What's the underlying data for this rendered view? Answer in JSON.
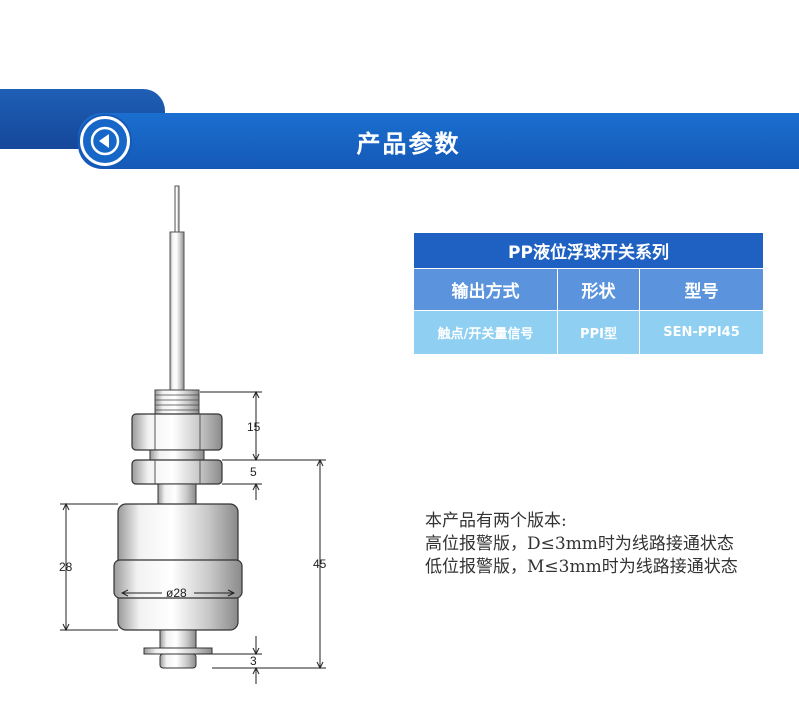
{
  "header": {
    "title": "产品参数",
    "back_icon": "play-left-icon"
  },
  "spec_table": {
    "title": "PP液位浮球开关系列",
    "columns": [
      "输出方式",
      "形状",
      "型号"
    ],
    "row": [
      "触点/开关量信号",
      "PPI型",
      "SEN-PPI45"
    ]
  },
  "description": {
    "lines": [
      "本产品有两个版本:",
      "高位报警版，D≤3mm时为线路接通状态",
      "低位报警版，M≤3mm时为线路接通状态"
    ]
  },
  "drawing": {
    "dim_15": "15",
    "dim_5": "5",
    "dim_28_height": "28",
    "dim_45": "45",
    "dim_diameter": "ø28",
    "dim_3": "3"
  }
}
